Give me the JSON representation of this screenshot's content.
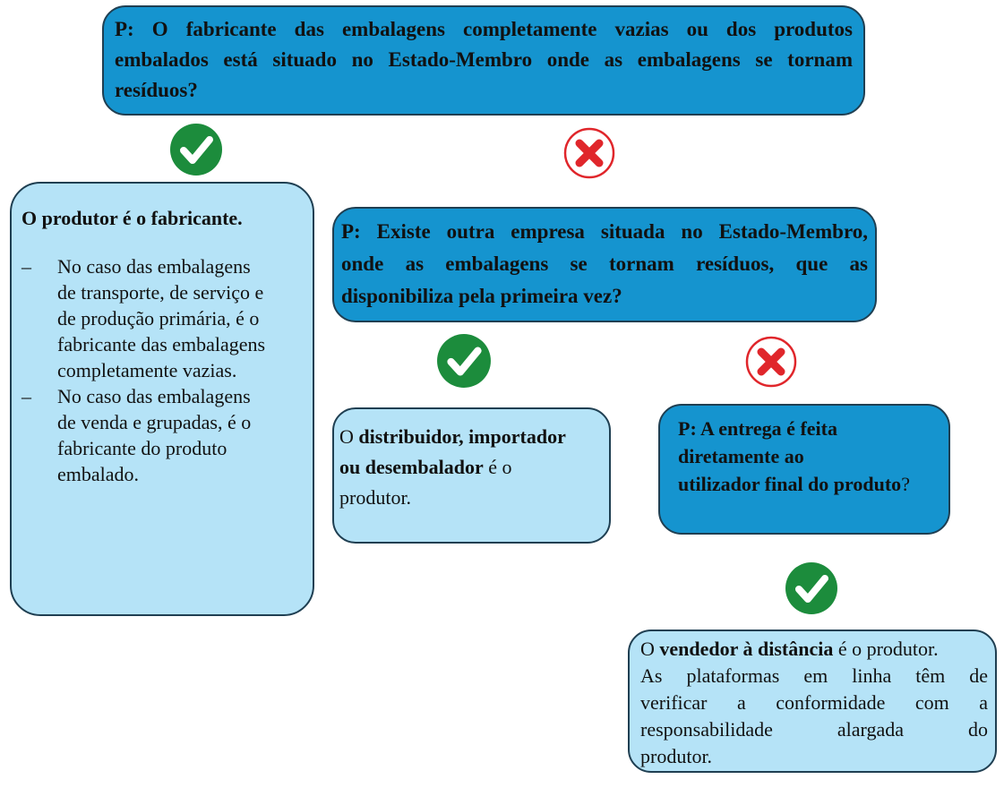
{
  "q1": {
    "lines": [
      "P: O fabricante das embalagens completamente vazias ou dos produtos",
      "embalados está situado no Estado-Membro onde as embalagens se tornam",
      "resíduos?"
    ]
  },
  "a1": {
    "title": "O produtor é o fabricante.",
    "bullets": [
      {
        "dash": "–",
        "lines": [
          "No caso das embalagens",
          "de transporte, de serviço e",
          "de produção primária, é o",
          "fabricante das embalagens",
          "completamente vazias."
        ]
      },
      {
        "dash": "–",
        "lines": [
          "No caso das embalagens",
          "de venda e grupadas, é o",
          "fabricante do produto",
          "embalado."
        ]
      }
    ]
  },
  "q2": {
    "lines": [
      "P: Existe outra empresa situada no Estado-Membro,",
      "onde as embalagens se tornam resíduos, que as",
      "disponibiliza pela primeira vez?"
    ]
  },
  "a2": {
    "prefix": "O ",
    "bold": "distribuidor, importador",
    "bold2": "ou desembalador",
    "suffix": " é o",
    "last": "produtor."
  },
  "q3": {
    "lines": [
      "P: A entrega é feita",
      "diretamente ao",
      "utilizador final do produto"
    ],
    "qmark": "?"
  },
  "a3": {
    "prefix": "O ",
    "bold": "vendedor à distância",
    "suffix": " é o produtor.",
    "lines": [
      "As plataformas em linha têm de",
      "verificar a conformidade com a",
      "responsabilidade alargada do",
      "produtor."
    ]
  },
  "icons": {
    "yes": "check-icon",
    "no": "cross-icon",
    "yes_color": "#1c8c3c",
    "no_color": "#e0262b",
    "question_fill": "#1594cf",
    "answer_fill": "#b5e3f7"
  }
}
